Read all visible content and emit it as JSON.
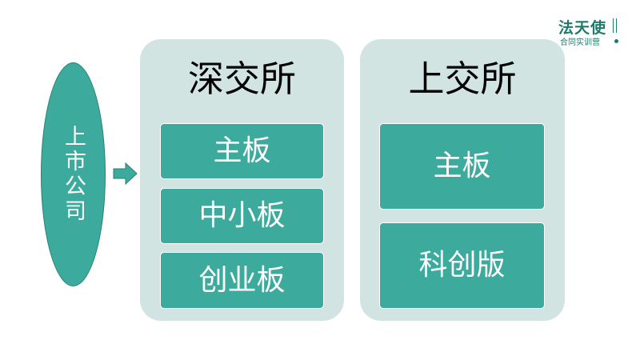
{
  "logo": {
    "main": "法天使",
    "subtitle": "合同实训营"
  },
  "company": {
    "label": "上市公司"
  },
  "exchanges": [
    {
      "name": "深交所",
      "boards": [
        "主板",
        "中小板",
        "创业板"
      ]
    },
    {
      "name": "上交所",
      "boards": [
        "主板",
        "科创版"
      ]
    }
  ],
  "colors": {
    "node_fill": "#3cab9d",
    "panel_fill": "#d1e4e1",
    "logo": "#1e7a6a"
  }
}
